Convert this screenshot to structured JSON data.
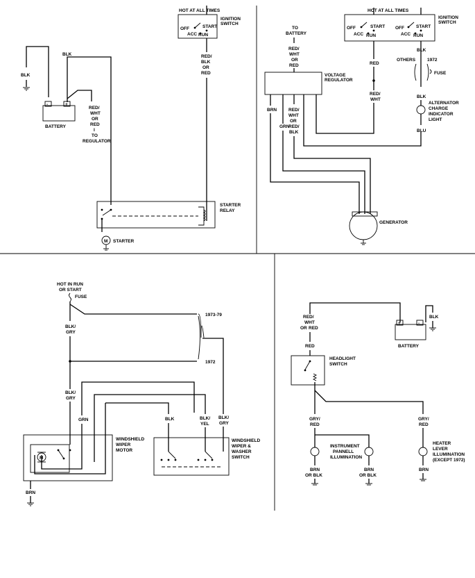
{
  "starter": {
    "hot_label": "HOT AT ALL TIMES",
    "ign_label": [
      "IGNITION",
      "SWITCH"
    ],
    "off": "OFF",
    "acc": "ACC",
    "start": "START",
    "run": "RUN",
    "blk1": "BLK",
    "blk2": "BLK",
    "battery": "BATTERY",
    "reg_wire": [
      "RED/",
      "WHT",
      "OR",
      "RED",
      "I",
      "TO",
      "REGULATOR"
    ],
    "red_wire": [
      "RED/",
      "BLK",
      "OR",
      "RED"
    ],
    "relay": [
      "STARTER",
      "RELAY"
    ],
    "starter": "STARTER",
    "motor": "M"
  },
  "charging": {
    "hot_label": "HOT AT ALL TIMES",
    "ign_label": [
      "IGNITION",
      "SWITCH"
    ],
    "off1": "OFF",
    "acc1": "ACC",
    "start1": "START",
    "run1": "RUN",
    "off2": "OFF",
    "acc2": "ACC",
    "start2": "START",
    "run2": "RUN",
    "to_batt": [
      "TO",
      "BATTERY"
    ],
    "reg_in": [
      "RED/",
      "WHT",
      "OR",
      "RED"
    ],
    "regulator": [
      "VOLTAGE",
      "REGULATOR"
    ],
    "red": "RED",
    "red_wht": [
      "RED/",
      "WHT"
    ],
    "brn": "BRN",
    "grn": "GRN",
    "red_wht_blk": [
      "RED/",
      "WHT",
      "OR",
      "RED/",
      "BLK"
    ],
    "blk_top": "BLK",
    "others": "OTHERS",
    "y1972": "1972",
    "fuse": "FUSE",
    "blk_mid": "BLK",
    "alt_light": [
      "ALTERNATOR",
      "CHARGE",
      "INDICATOR",
      "LIGHT"
    ],
    "blu": "BLU",
    "generator": "GENERATOR"
  },
  "wiper": {
    "hot": [
      "HOT IN RUN",
      "OR START"
    ],
    "fuse": "FUSE",
    "years1": "1973-79",
    "years2": "1972",
    "blk_gry1": [
      "BLK/",
      "GRY"
    ],
    "blk_gry2": [
      "BLK/",
      "GRY"
    ],
    "grn": "GRN",
    "blk": "BLK",
    "blk_yel": [
      "BLK/",
      "YEL"
    ],
    "blk_gry3": [
      "BLK/",
      "GRY"
    ],
    "motor_label": [
      "WINDSHIELD",
      "WIPER",
      "MOTOR"
    ],
    "switch_label": [
      "WINDSHIELD",
      "WIPER &",
      "WASHER",
      "SWITCH"
    ],
    "brn": "BRN",
    "motor": "M"
  },
  "lights": {
    "red_wht": [
      "RED/",
      "WHT",
      "OR",
      "RED"
    ],
    "red": "RED",
    "blk": "BLK",
    "battery": "BATTERY",
    "hl_switch": [
      "HEADLIGHT",
      "SWITCH"
    ],
    "gry_red1": [
      "GRY/",
      "RED"
    ],
    "gry_red2": [
      "GRY/",
      "RED"
    ],
    "instrument": [
      "INSTRUMENT",
      "PANNELL",
      "ILLUMINATION"
    ],
    "heater": [
      "HEATER",
      "LEVER",
      "ILLUMINATION",
      "(EXCEPT 1972)"
    ],
    "brn_blk1": [
      "BRN",
      "OR BLK"
    ],
    "brn_blk2": [
      "BRN",
      "OR BLK"
    ],
    "brn": "BRN"
  }
}
